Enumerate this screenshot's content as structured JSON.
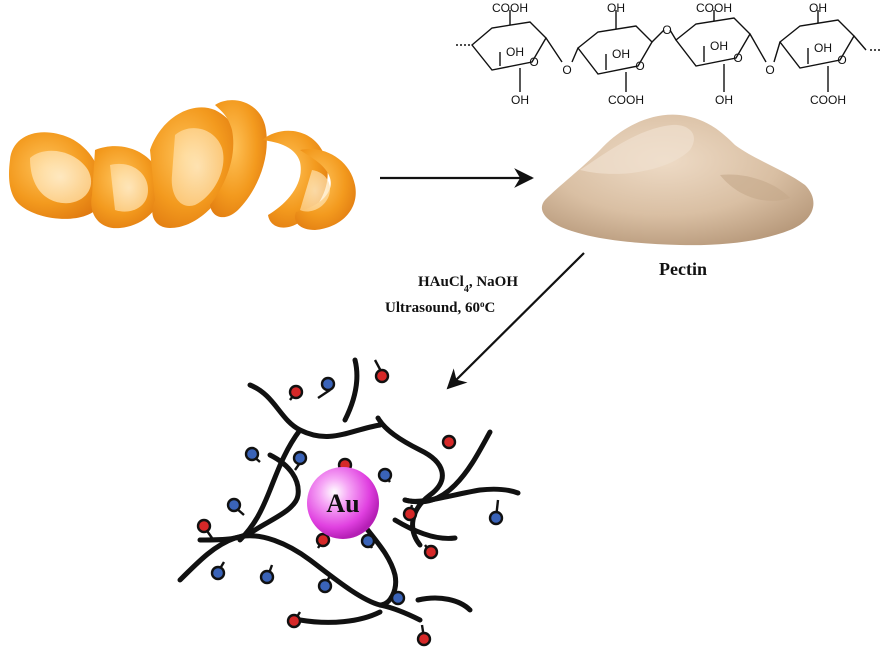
{
  "structure": {
    "groups": [
      "COOH",
      "OH",
      "OH",
      "COOH",
      "OH",
      "COOH",
      "OH",
      "OH",
      "COOH",
      "OH",
      "OH",
      "OH"
    ],
    "bridges": [
      "O",
      "O",
      "O"
    ],
    "ring_oxygens": [
      "O",
      "O",
      "O",
      "O"
    ]
  },
  "labels": {
    "product": "Pectin",
    "reagents_main": "HAuCl",
    "reagents_sub": "4",
    "reagents_tail": ", NaOH",
    "conditions_main": "Ultrasound, 60",
    "conditions_deg": "o",
    "conditions_unit": "C",
    "particle": "Au"
  },
  "colors": {
    "orange_peel": "#f39a1e",
    "pectin_powder": "#d9bfa3",
    "gold_particle": "#e040e0",
    "red_group": "#d62828",
    "blue_group": "#3a63b8",
    "chain": "#111111"
  }
}
